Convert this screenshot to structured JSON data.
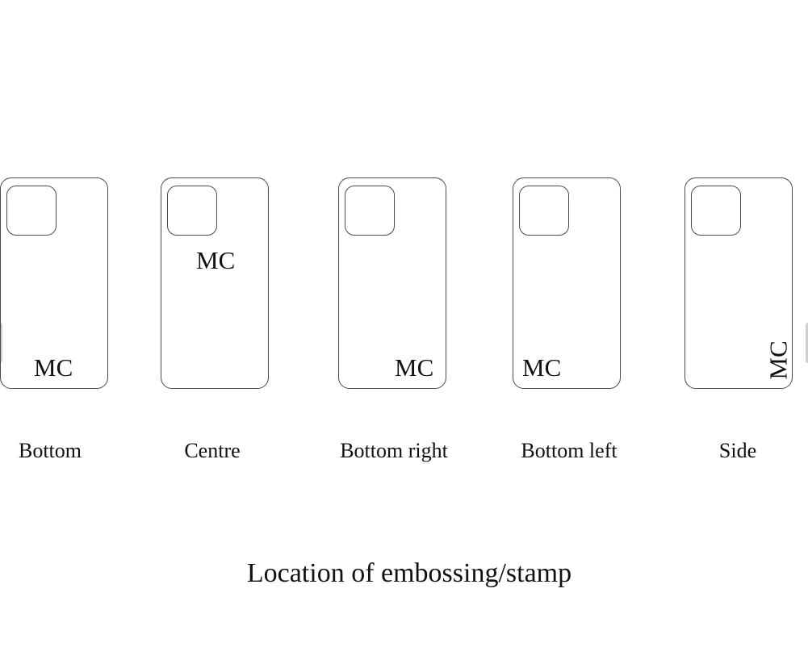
{
  "title": "Location of embossing/stamp",
  "phones": [
    {
      "id": "bottom",
      "label": "Bottom",
      "mark": "MC"
    },
    {
      "id": "centre",
      "label": "Centre",
      "mark": "MC"
    },
    {
      "id": "bottom-right",
      "label": "Bottom right",
      "mark": "MC"
    },
    {
      "id": "bottom-left",
      "label": "Bottom left",
      "mark": "MC"
    },
    {
      "id": "side",
      "label": "Side",
      "mark": "MC"
    }
  ],
  "colors": {
    "outline": "#4a4a4a",
    "text": "#111111",
    "background": "#ffffff"
  }
}
